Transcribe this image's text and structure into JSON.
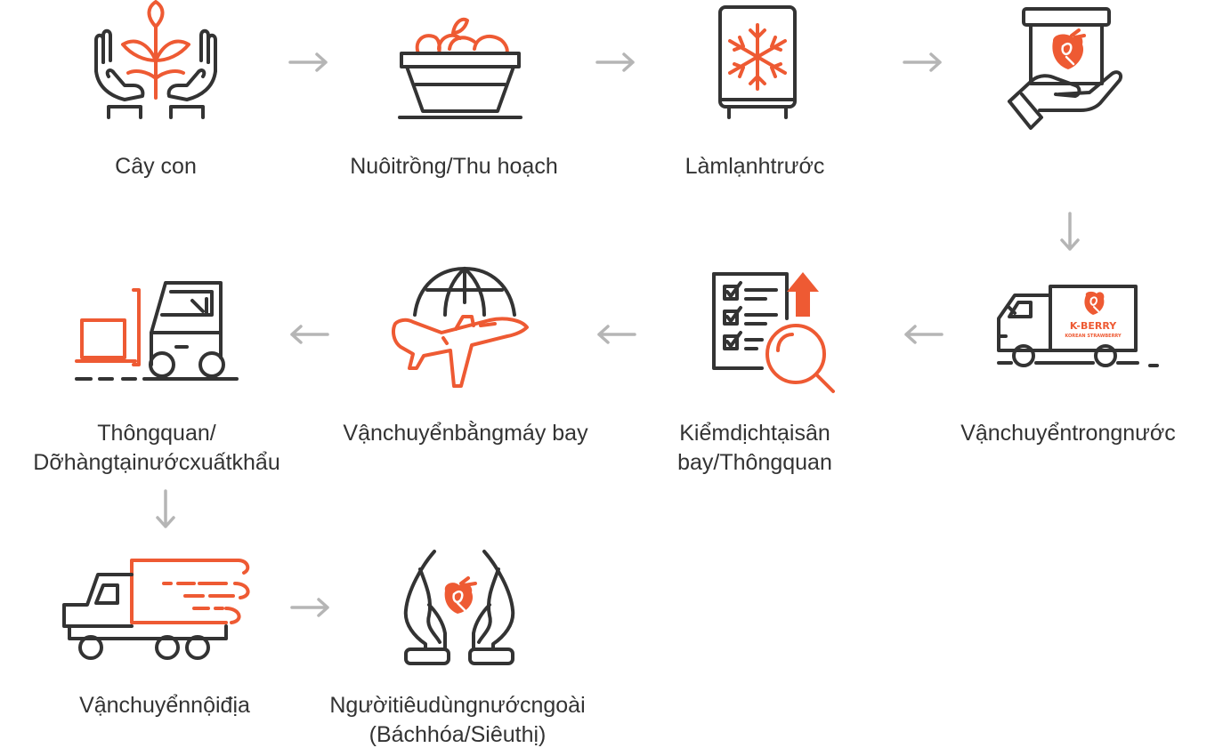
{
  "brand": {
    "accent": "#ee5a33",
    "line": "#333333",
    "arrow": "#b5b5b5",
    "truck_logo": "K-BERRY",
    "truck_logo_sub": "KOREAN STRAWBERRY"
  },
  "steps": [
    {
      "label": "Cây con",
      "icon": "seedling-hands-icon"
    },
    {
      "label": "Nuôitrồng/Thu hoạch",
      "icon": "harvest-basket-icon"
    },
    {
      "label": "Làmlạnhtrước",
      "icon": "refrigerator-snowflake-icon"
    },
    {
      "label": "",
      "icon": "hand-holding-package-icon"
    },
    {
      "label": "Vậnchuyểntrongnước",
      "icon": "delivery-truck-icon"
    },
    {
      "label": "Kiểmdịchtạisân bay/Thôngquan",
      "icon": "inspection-checklist-icon"
    },
    {
      "label": "Vậnchuyểnbằngmáy bay",
      "icon": "airplane-globe-icon"
    },
    {
      "label": "Thôngquan/ Dỡhàngtạinướcxuấtkhẩu",
      "icon": "forklift-icon"
    },
    {
      "label": "Vậnchuyểnnộiđịa",
      "icon": "fast-truck-icon"
    },
    {
      "label": "Ngườitiêudùngnướcngoài (Báchhóa/Siêuthị)",
      "icon": "hands-strawberry-icon"
    }
  ],
  "arrows": [
    "right",
    "right",
    "right",
    "down",
    "left",
    "left",
    "left",
    "down",
    "right"
  ]
}
